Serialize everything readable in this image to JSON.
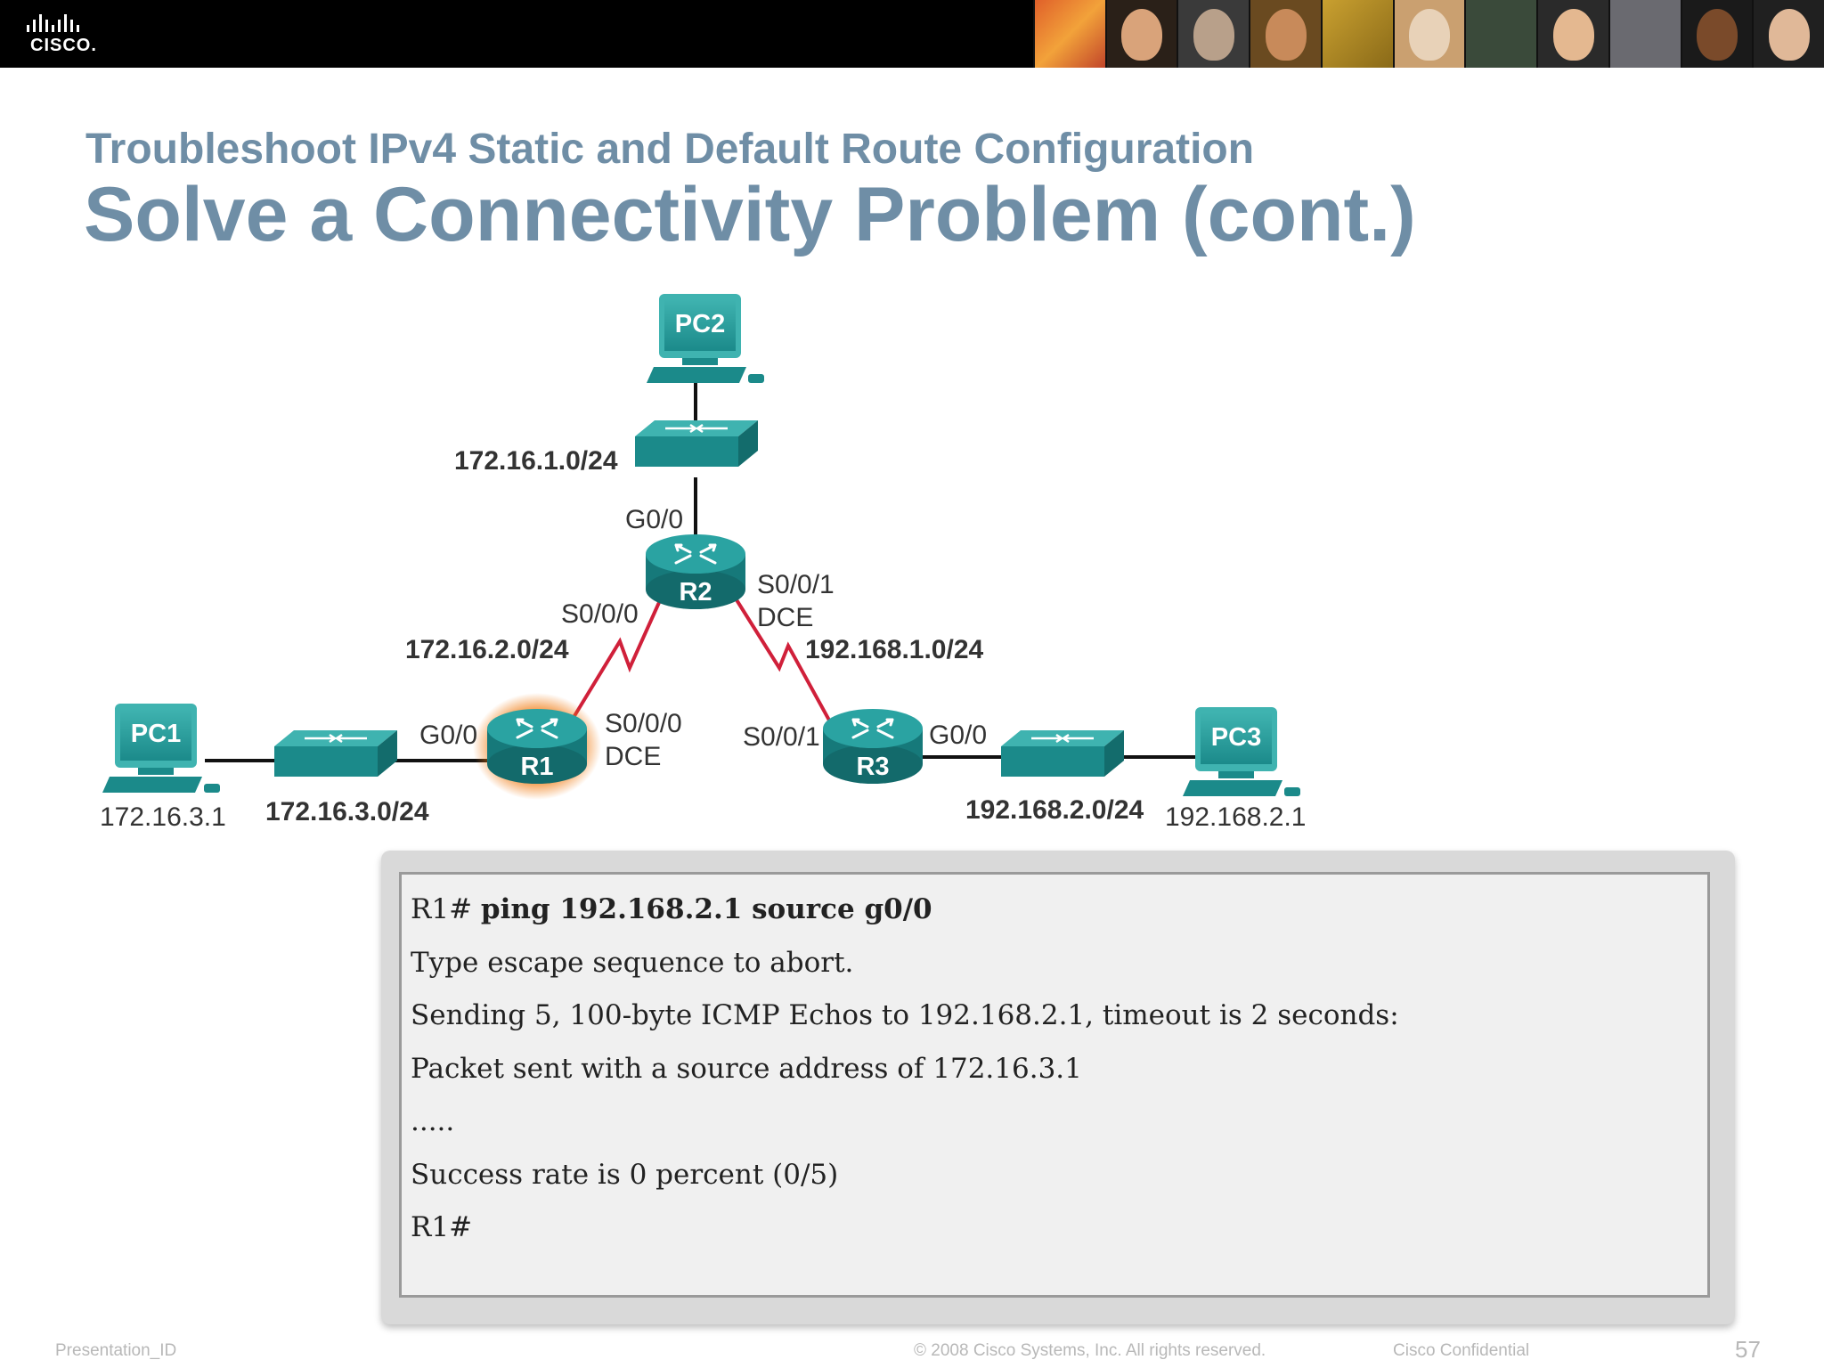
{
  "header": {
    "logo_text": "CISCO."
  },
  "slide": {
    "subtitle": "Troubleshoot IPv4 Static and Default Route Configuration",
    "title": "Solve a Connectivity Problem (cont.)"
  },
  "diagram": {
    "devices": {
      "pc1": "PC1",
      "pc2": "PC2",
      "pc3": "PC3",
      "r1": "R1",
      "r2": "R2",
      "r3": "R3"
    },
    "networks": {
      "n1": "172.16.1.0/24",
      "n2": "172.16.2.0/24",
      "n3": "172.16.3.0/24",
      "n4": "192.168.1.0/24",
      "n5": "192.168.2.0/24"
    },
    "hosts": {
      "pc1_ip": "172.16.3.1",
      "pc3_ip": "192.168.2.1"
    },
    "interfaces": {
      "r2_g00": "G0/0",
      "r2_s000": "S0/0/0",
      "r2_s001": "S0/0/1",
      "r2_dce": "DCE",
      "r1_g00": "G0/0",
      "r1_s000": "S0/0/0",
      "r1_dce": "DCE",
      "r3_s001": "S0/0/1",
      "r3_g00": "G0/0"
    },
    "colors": {
      "device": "#1b8a8a",
      "serial_link": "#d0203a",
      "highlight": "#f07a10"
    }
  },
  "terminal": {
    "prompt": "R1#",
    "command": "ping 192.168.2.1 source g0/0",
    "lines": [
      "Type escape sequence to abort.",
      "Sending 5, 100-byte ICMP Echos to 192.168.2.1, timeout is 2 seconds:",
      "Packet sent with a source address of 172.16.3.1",
      ".....",
      "Success rate is 0 percent (0/5)",
      "R1#"
    ]
  },
  "footer": {
    "presentation_id": "Presentation_ID",
    "copyright": "© 2008 Cisco Systems, Inc. All rights reserved.",
    "confidential": "Cisco Confidential",
    "page_number": "57"
  }
}
